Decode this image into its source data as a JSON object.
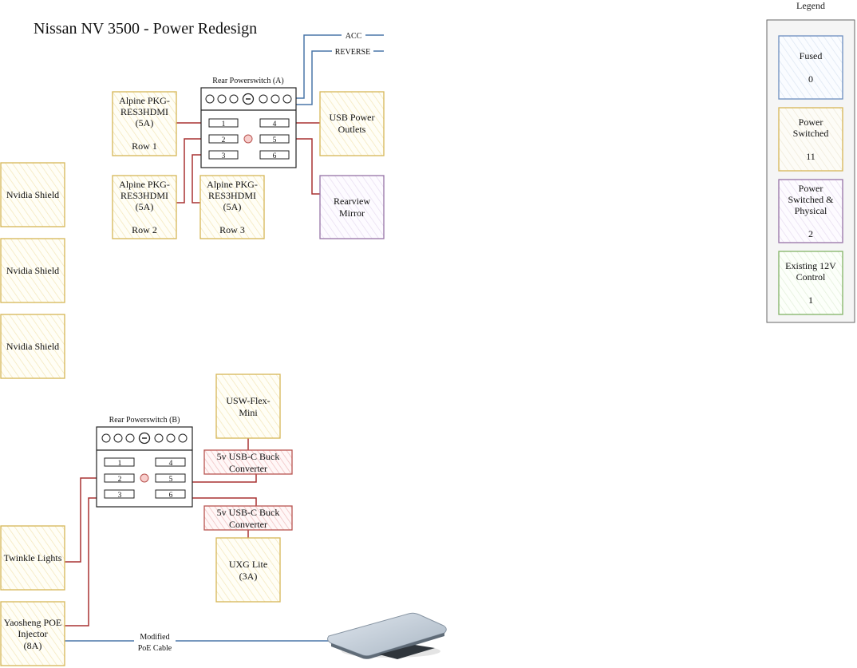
{
  "title": "Nissan NV 3500 - Power Redesign",
  "colors": {
    "fused": "#6c8ebf",
    "power_switched": "#d6b656",
    "physical": "#9673a6",
    "existing": "#82b366",
    "converter": "#b85450",
    "wire_red": "#a83232",
    "wire_blue": "#4a76a8"
  },
  "legend": {
    "title": "Legend",
    "items": [
      {
        "label": "Fused",
        "count": "0"
      },
      {
        "label": "Power Switched",
        "count": "11"
      },
      {
        "label": "Power Switched & Physical",
        "count": "2"
      },
      {
        "label": "Existing 12V Control",
        "count": "1"
      }
    ]
  },
  "switch_a": {
    "title": "Rear Powerswitch (A)",
    "ports": [
      "1",
      "2",
      "3",
      "4",
      "5",
      "6"
    ]
  },
  "switch_b": {
    "title": "Rear Powerswitch (B)",
    "ports": [
      "1",
      "2",
      "3",
      "4",
      "5",
      "6"
    ]
  },
  "signals": {
    "acc": "ACC",
    "reverse": "REVERSE"
  },
  "devices": {
    "alpine_row1": {
      "name": "Alpine PKG-RES3HDMI (5A)",
      "row": "Row 1"
    },
    "alpine_row2": {
      "name": "Alpine PKG-RES3HDMI (5A)",
      "row": "Row 2"
    },
    "alpine_row3": {
      "name": "Alpine PKG-RES3HDMI (5A)",
      "row": "Row 3"
    },
    "usb_outlets": "USB Power Outlets",
    "rearview_mirror": "Rearview Mirror",
    "nvidia_1": "Nvidia Shield",
    "nvidia_2": "Nvidia Shield",
    "nvidia_3": "Nvidia Shield",
    "usw_flex_mini": "USW-Flex-Mini",
    "buck_1": "5v USB-C Buck Converter",
    "buck_2": "5v USB-C Buck Converter",
    "uxg_lite": "UXG Lite (3A)",
    "twinkle_lights": "Twinkle Lights",
    "poe_injector": "Yaosheng POE Injector (8A)",
    "poe_cable": "Modified PoE Cable"
  }
}
